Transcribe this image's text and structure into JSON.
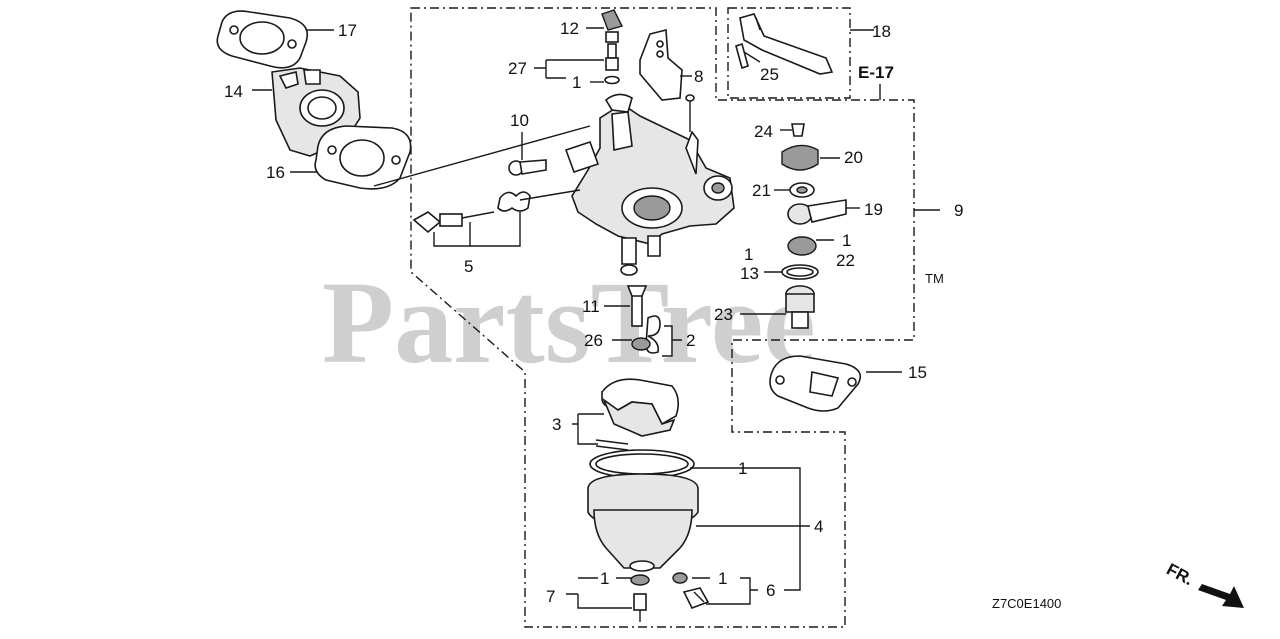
{
  "watermark": "PartsTree",
  "trademark": "TM",
  "reference": "E-17",
  "diagram_code": "Z7C0E1400",
  "direction": "FR.",
  "colors": {
    "ink": "#1a1a1a",
    "watermark": "#cfcfcf",
    "background": "#ffffff"
  },
  "callouts": {
    "n1": "1",
    "n2": "2",
    "n3": "3",
    "n4": "4",
    "n5": "5",
    "n6": "6",
    "n7": "7",
    "n8": "8",
    "n9": "9",
    "n10": "10",
    "n11": "11",
    "n12": "12",
    "n13": "13",
    "n14": "14",
    "n15": "15",
    "n16": "16",
    "n17": "17",
    "n18": "18",
    "n19": "19",
    "n20": "20",
    "n21": "21",
    "n22": "22",
    "n23": "23",
    "n24": "24",
    "n25": "25",
    "n26": "26",
    "n27": "27"
  }
}
